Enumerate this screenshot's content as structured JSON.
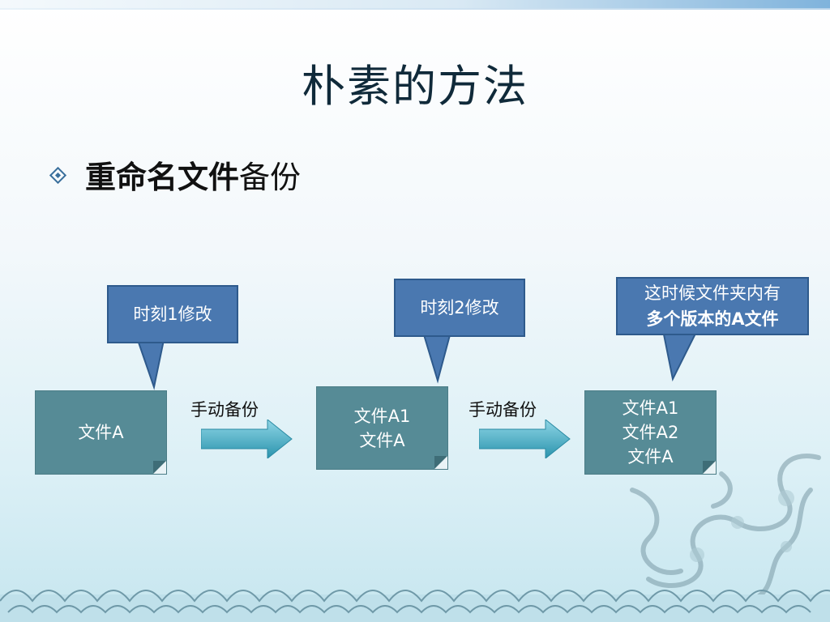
{
  "slide": {
    "title": "朴素的方法",
    "bullet": {
      "strong_text": "重命名文件",
      "text": "备份"
    }
  },
  "callouts": [
    {
      "lines": [
        "时刻1修改"
      ]
    },
    {
      "lines": [
        "时刻2修改"
      ]
    },
    {
      "lines": [
        "这时候文件夹内有",
        "多个版本的A文件"
      ]
    }
  ],
  "files": [
    {
      "lines": [
        "文件A"
      ]
    },
    {
      "lines": [
        "文件A1",
        "文件A"
      ]
    },
    {
      "lines": [
        "文件A1",
        "文件A2",
        "文件A"
      ]
    }
  ],
  "arrows": [
    {
      "label": "手动备份"
    },
    {
      "label": "手动备份"
    }
  ],
  "colors": {
    "callout_fill": "#4a78b0",
    "file_fill": "#568b96",
    "arrow_fill": "#3fa6c0",
    "title": "#102a3a"
  }
}
